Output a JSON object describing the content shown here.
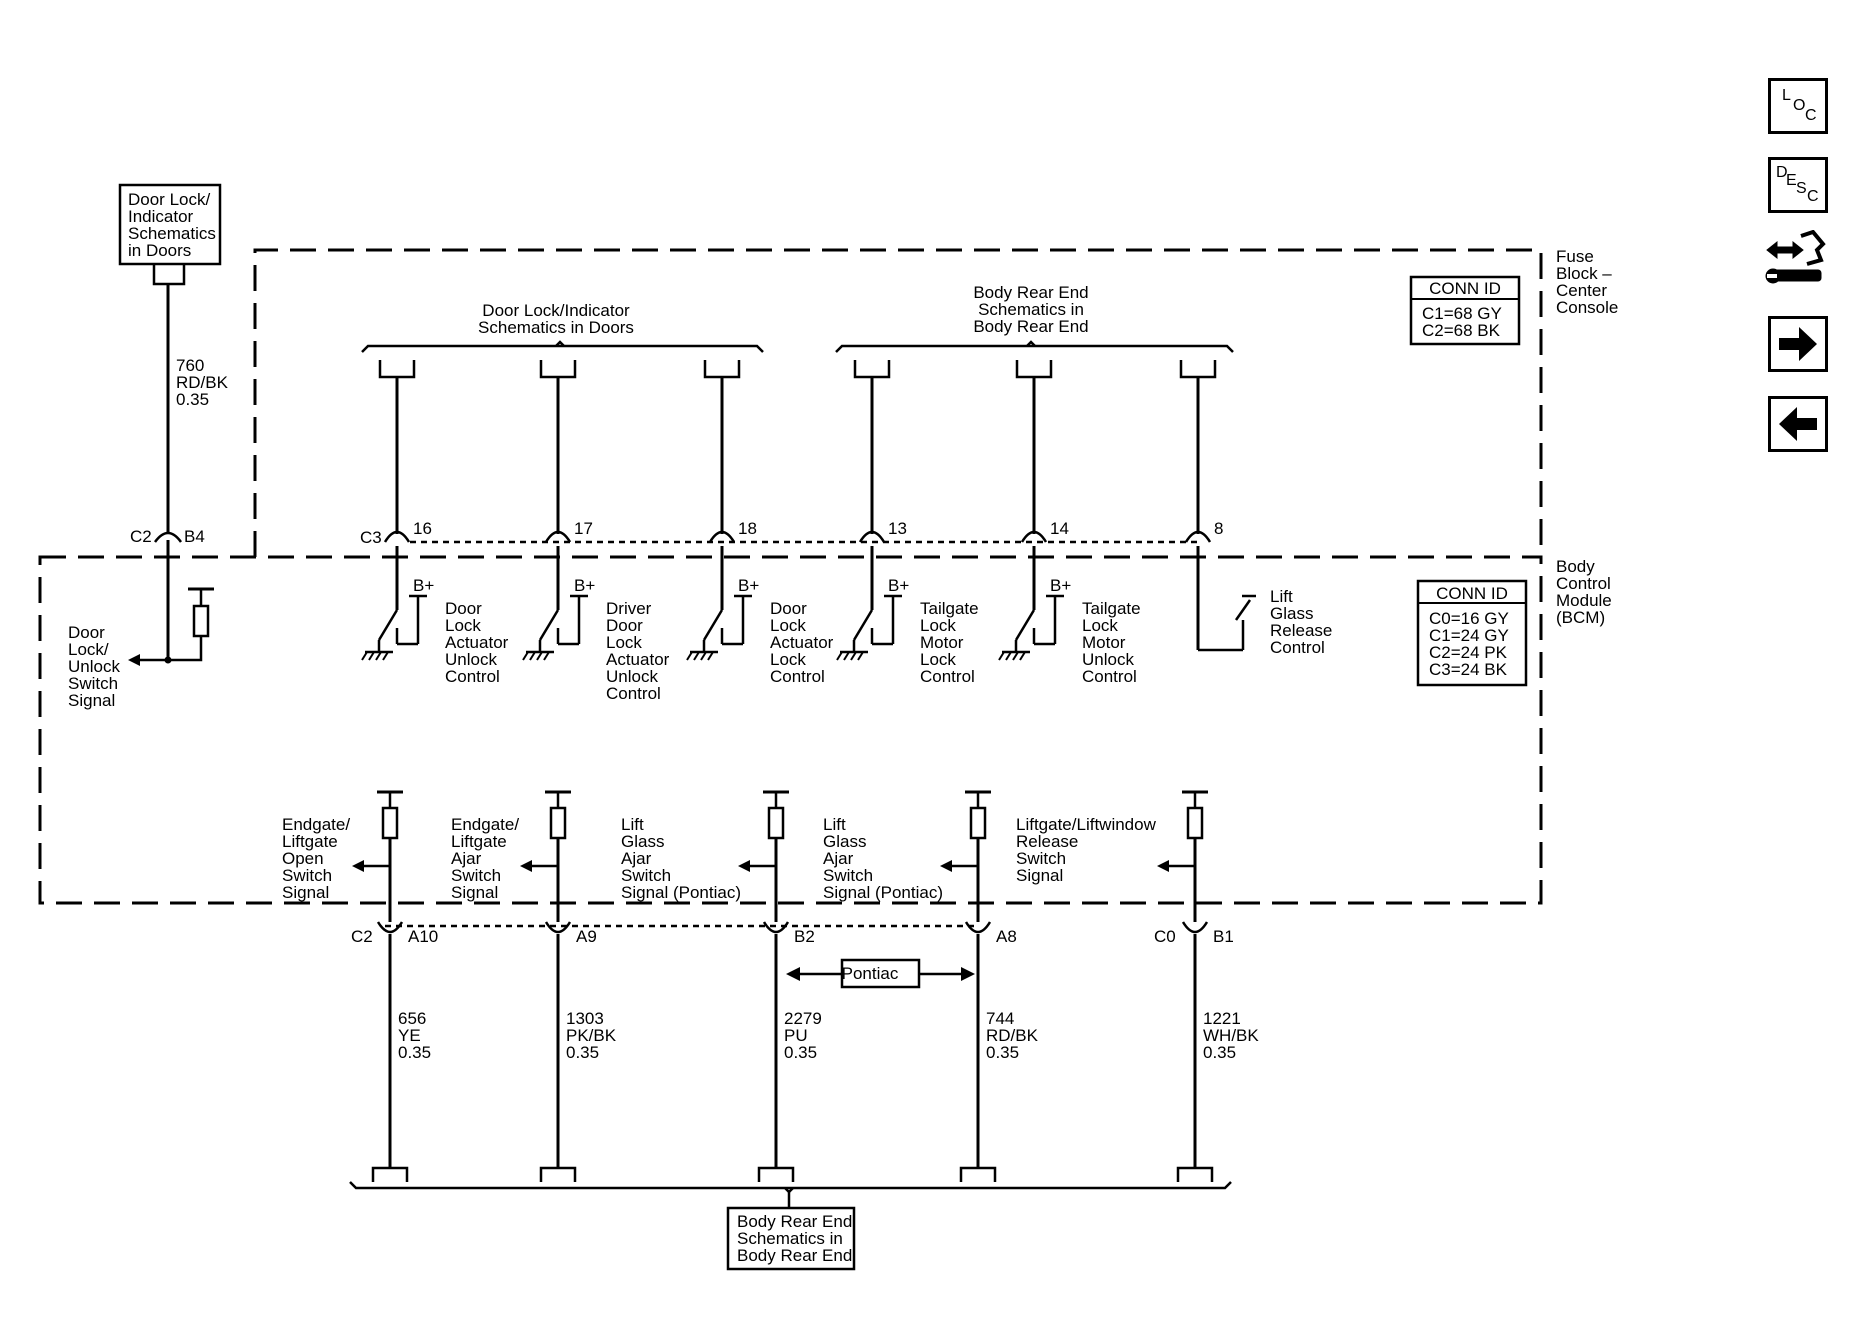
{
  "nav": {
    "loc": [
      "L",
      "O",
      "C"
    ],
    "desc": [
      "D",
      "E",
      "S",
      "C"
    ]
  },
  "ref_boxes": {
    "top_left": [
      "Door Lock/",
      "Indicator",
      "Schematics",
      "in Doors"
    ],
    "bottom": [
      "Body Rear End",
      "Schematics in",
      "Body Rear End"
    ]
  },
  "group_labels": {
    "door_lock": [
      "Door Lock/Indicator",
      "Schematics in Doors"
    ],
    "body_rear": [
      "Body Rear End",
      "Schematics in",
      "Body Rear End"
    ]
  },
  "modules": {
    "fuse_block": [
      "Fuse",
      "Block –",
      "Center",
      "Console"
    ],
    "bcm": [
      "Body",
      "Control",
      "Module",
      "(BCM)"
    ]
  },
  "conn_fuse": {
    "title": "CONN ID",
    "rows": [
      "C1=68 GY",
      "C2=68 BK"
    ]
  },
  "conn_bcm": {
    "title": "CONN ID",
    "rows": [
      "C0=16 GY",
      "C1=24 GY",
      "C2=24 PK",
      "C3=24 BK"
    ]
  },
  "wire_760": [
    "760",
    "RD/BK",
    "0.35"
  ],
  "left_connector": {
    "conn": "C2",
    "pin": "B4"
  },
  "left_signal": [
    "Door",
    "Lock/",
    "Unlock",
    "Switch",
    "Signal"
  ],
  "top_connector": {
    "conn": "C3"
  },
  "top_pins": [
    "16",
    "17",
    "18",
    "13",
    "14",
    "8"
  ],
  "bplus": "B+",
  "top_labels": [
    [
      "Door",
      "Lock",
      "Actuator",
      "Unlock",
      "Control"
    ],
    [
      "Driver",
      "Door",
      "Lock",
      "Actuator",
      "Unlock",
      "Control"
    ],
    [
      "Door",
      "Lock",
      "Actuator",
      "Lock",
      "Control"
    ],
    [
      "Tailgate",
      "Lock",
      "Motor",
      "Lock",
      "Control"
    ],
    [
      "Tailgate",
      "Lock",
      "Motor",
      "Unlock",
      "Control"
    ],
    [
      "Lift",
      "Glass",
      "Release",
      "Control"
    ]
  ],
  "bottom_labels": [
    [
      "Endgate/",
      "Liftgate",
      "Open",
      "Switch",
      "Signal"
    ],
    [
      "Endgate/",
      "Liftgate",
      "Ajar",
      "Switch",
      "Signal"
    ],
    [
      "Lift",
      "Glass",
      "Ajar",
      "Switch",
      "Signal (Pontiac)"
    ],
    [
      "Lift",
      "Glass",
      "Ajar",
      "Switch",
      "Signal (Pontiac)"
    ],
    [
      "Liftgate/Liftwindow",
      "Release",
      "Switch",
      "Signal"
    ]
  ],
  "bottom_connectors": {
    "c2": "C2",
    "c0": "C0"
  },
  "bottom_pins": [
    "A10",
    "A9",
    "B2",
    "A8",
    "B1"
  ],
  "bottom_wires": [
    [
      "656",
      "YE",
      "0.35"
    ],
    [
      "1303",
      "PK/BK",
      "0.35"
    ],
    [
      "2279",
      "PU",
      "0.35"
    ],
    [
      "744",
      "RD/BK",
      "0.35"
    ],
    [
      "1221",
      "WH/BK",
      "0.35"
    ]
  ],
  "pontiac": "Pontiac"
}
